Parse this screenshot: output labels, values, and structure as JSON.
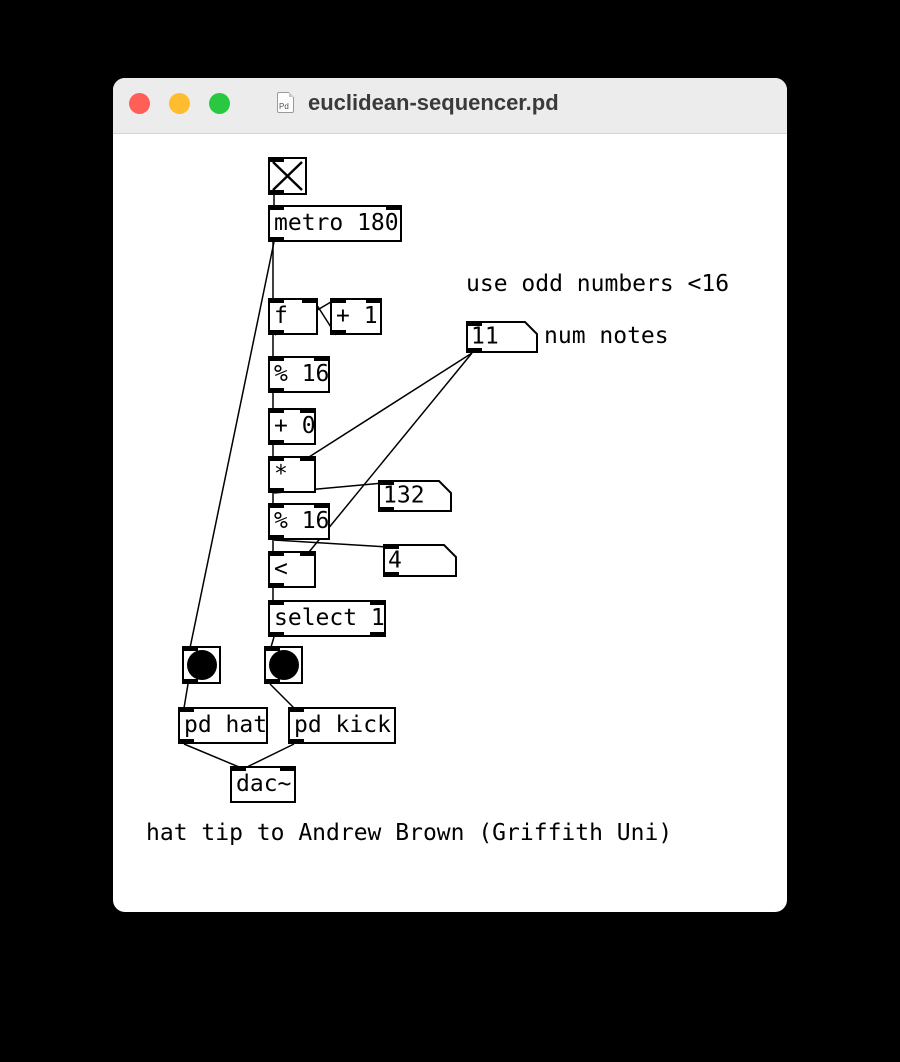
{
  "window": {
    "title": "euclidean-sequencer.pd",
    "doc_icon_label": "Pd",
    "controls": {
      "close": "#ff5f57",
      "minimize": "#febc2e",
      "zoom": "#28c840"
    }
  },
  "patch": {
    "objects": {
      "metro": "metro 180",
      "f": "f",
      "plus1": "+ 1",
      "mod16a": "% 16",
      "plus0": "+ 0",
      "mult": "*",
      "mod16b": "% 16",
      "lt": "<",
      "select": "select 1",
      "pd_hat": "pd hat",
      "pd_kick": "pd kick",
      "dac": "dac~"
    },
    "numbers": {
      "num_notes": "11",
      "product": "132",
      "remainder": "4"
    },
    "comments": {
      "hint": "use odd numbers <16",
      "num_notes_label": "num notes",
      "credit": "hat tip to Andrew Brown (Griffith Uni)"
    }
  }
}
